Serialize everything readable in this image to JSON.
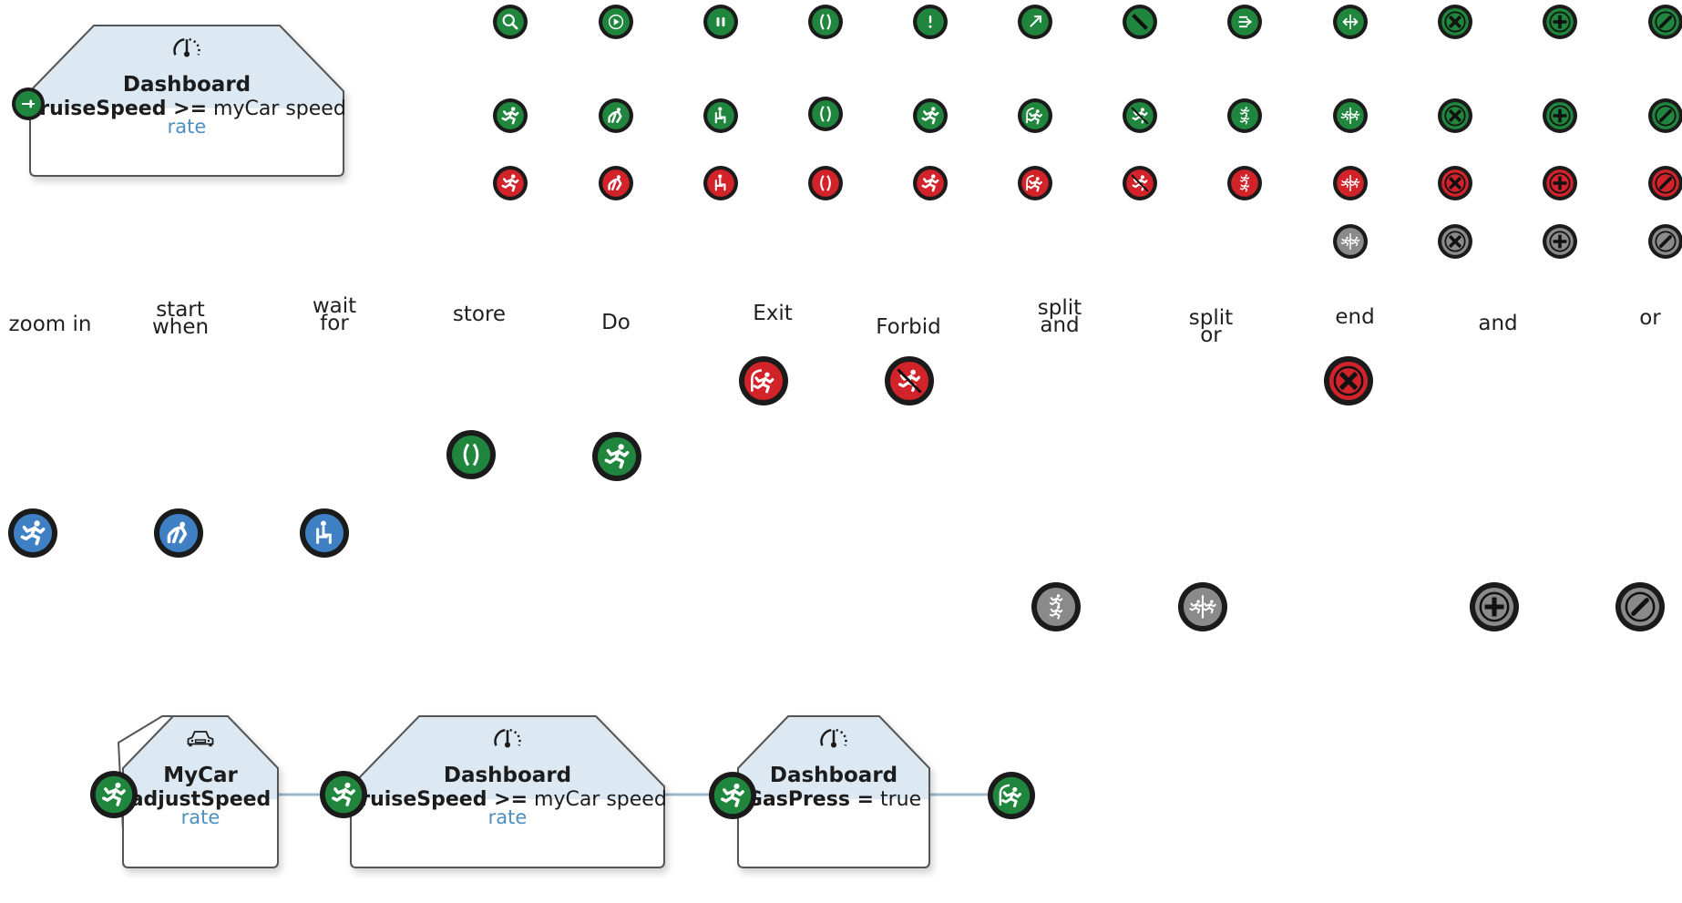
{
  "colors": {
    "green": "#20863d",
    "red": "#d2232a",
    "gray": "#8a8a8a",
    "blue": "#3f7fc4",
    "ring": "#1b1b1b",
    "node_fill_top": "#dce9f3",
    "node_border": "#555555",
    "rate": "#4d8fbf",
    "connector": "#9ab9cc"
  },
  "top_node": {
    "title": "Dashboard",
    "expr_bold": "cruiseSpeed >=",
    "expr_rest": " myCar speed",
    "rate": "rate",
    "icon": "gauge-icon",
    "port": "exit-left-port"
  },
  "icon_grid": {
    "columns": [
      {
        "name": "zoom",
        "rows": [
          {
            "color": "green",
            "icon": "search-icon"
          },
          {
            "color": "green",
            "icon": "run-icon"
          },
          {
            "color": "red",
            "icon": "run-icon"
          }
        ]
      },
      {
        "name": "start-when",
        "rows": [
          {
            "color": "green",
            "icon": "play-icon"
          },
          {
            "color": "green",
            "icon": "crouch-runner-icon"
          },
          {
            "color": "red",
            "icon": "crouch-runner-icon"
          }
        ]
      },
      {
        "name": "wait-for",
        "rows": [
          {
            "color": "green",
            "icon": "pause-icon"
          },
          {
            "color": "green",
            "icon": "seated-icon"
          },
          {
            "color": "red",
            "icon": "seated-icon"
          }
        ]
      },
      {
        "name": "store",
        "rows": [
          {
            "color": "green",
            "icon": "parens-icon"
          },
          {
            "color": "green",
            "icon": "parens-icon"
          },
          {
            "color": "red",
            "icon": "parens-icon"
          }
        ]
      },
      {
        "name": "do",
        "rows": [
          {
            "color": "green",
            "icon": "alert-icon"
          },
          {
            "color": "green",
            "icon": "runner-icon"
          },
          {
            "color": "red",
            "icon": "runner-icon"
          }
        ]
      },
      {
        "name": "exit",
        "rows": [
          {
            "color": "green",
            "icon": "exit-arrow-icon"
          },
          {
            "color": "green",
            "icon": "exit-runner-icon"
          },
          {
            "color": "red",
            "icon": "exit-runner-icon"
          }
        ]
      },
      {
        "name": "forbid",
        "rows": [
          {
            "color": "green",
            "icon": "forbid-icon"
          },
          {
            "color": "green",
            "icon": "forbid-runner-icon"
          },
          {
            "color": "red",
            "icon": "forbid-runner-icon"
          }
        ]
      },
      {
        "name": "split-and",
        "rows": [
          {
            "color": "green",
            "icon": "split-arrows-icon"
          },
          {
            "color": "green",
            "icon": "split-and-runners-icon"
          },
          {
            "color": "red",
            "icon": "split-and-runners-icon"
          }
        ]
      },
      {
        "name": "split-or",
        "rows": [
          {
            "color": "green",
            "icon": "double-arrow-icon"
          },
          {
            "color": "green",
            "icon": "split-or-runners-icon"
          },
          {
            "color": "red",
            "icon": "split-or-runners-icon"
          },
          {
            "color": "gray",
            "icon": "split-or-runners-icon"
          }
        ]
      },
      {
        "name": "end",
        "rows": [
          {
            "color": "green",
            "icon": "cross-icon"
          },
          {
            "color": "green",
            "icon": "cross-icon"
          },
          {
            "color": "red",
            "icon": "cross-icon"
          },
          {
            "color": "gray",
            "icon": "cross-icon"
          }
        ]
      },
      {
        "name": "and",
        "rows": [
          {
            "color": "green",
            "icon": "plus-icon"
          },
          {
            "color": "green",
            "icon": "plus-icon"
          },
          {
            "color": "red",
            "icon": "plus-icon"
          },
          {
            "color": "gray",
            "icon": "plus-icon"
          }
        ]
      },
      {
        "name": "or",
        "rows": [
          {
            "color": "green",
            "icon": "slash-icon"
          },
          {
            "color": "green",
            "icon": "slash-icon"
          },
          {
            "color": "red",
            "icon": "slash-icon"
          },
          {
            "color": "gray",
            "icon": "slash-icon"
          }
        ]
      }
    ]
  },
  "labels": {
    "zoom_in": "zoom in",
    "start_when": [
      "start",
      "when"
    ],
    "wait_for": [
      "wait",
      "for"
    ],
    "store": "store",
    "do": "Do",
    "exit": "Exit",
    "forbid": "Forbid",
    "split_and": [
      "split",
      "and"
    ],
    "split_or": [
      "split",
      "or"
    ],
    "end": "end",
    "and": "and",
    "or": "or"
  },
  "large_icons": [
    {
      "name": "exit",
      "color": "red",
      "icon": "exit-runner-icon"
    },
    {
      "name": "forbid",
      "color": "red",
      "icon": "forbid-runner-icon"
    },
    {
      "name": "end",
      "color": "red",
      "icon": "cross-icon"
    },
    {
      "name": "store",
      "color": "green",
      "icon": "parens-icon"
    },
    {
      "name": "do",
      "color": "green",
      "icon": "runner-icon"
    },
    {
      "name": "zoom-in",
      "color": "blue",
      "icon": "run-icon"
    },
    {
      "name": "start-when",
      "color": "blue",
      "icon": "crouch-runner-icon"
    },
    {
      "name": "wait-for",
      "color": "blue",
      "icon": "seated-icon"
    },
    {
      "name": "split-and",
      "color": "gray",
      "icon": "split-and-runners-icon"
    },
    {
      "name": "split-or",
      "color": "gray",
      "icon": "split-or-runners-icon"
    },
    {
      "name": "and",
      "color": "gray",
      "icon": "plus-icon"
    },
    {
      "name": "or",
      "color": "gray",
      "icon": "slash-icon"
    }
  ],
  "flow": {
    "nodes": [
      {
        "title": "MyCar",
        "expr_bold": "adjustSpeed",
        "expr_rest": "",
        "rate": "rate",
        "icon": "car-icon"
      },
      {
        "title": "Dashboard",
        "expr_bold": "cruiseSpeed >=",
        "expr_rest": " myCar speed",
        "rate": "rate",
        "icon": "gauge-icon"
      },
      {
        "title": "Dashboard",
        "expr_bold": "GasPress =",
        "expr_rest": " true",
        "rate": "",
        "icon": "gauge-icon"
      }
    ],
    "ports": [
      {
        "color": "green",
        "icon": "runner-icon"
      },
      {
        "color": "green",
        "icon": "runner-icon"
      },
      {
        "color": "green",
        "icon": "runner-icon"
      },
      {
        "color": "green",
        "icon": "exit-runner-icon"
      }
    ]
  }
}
